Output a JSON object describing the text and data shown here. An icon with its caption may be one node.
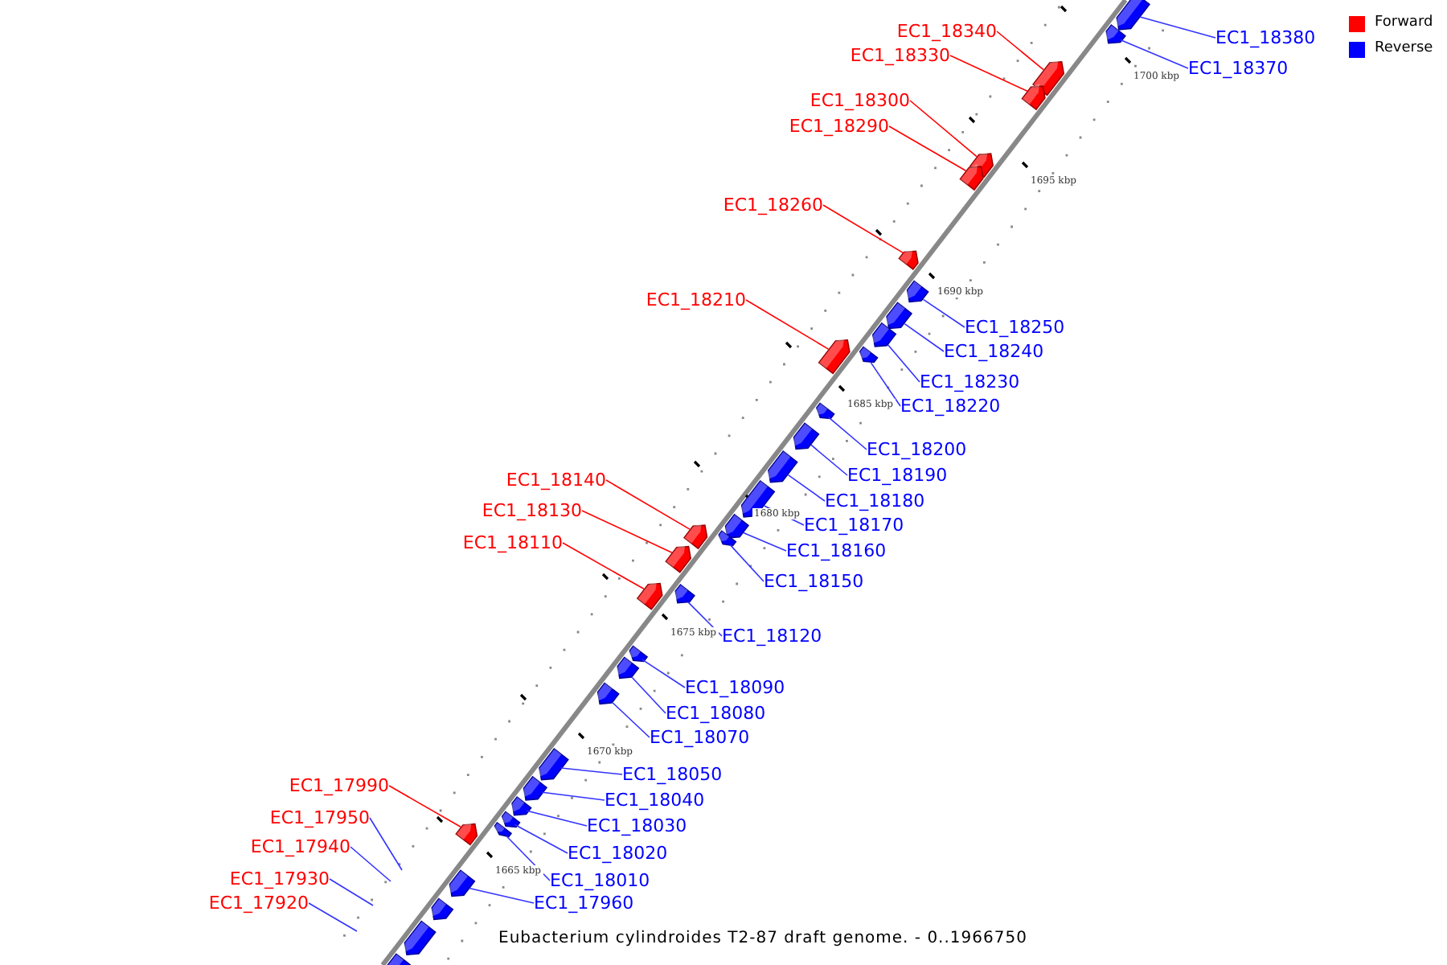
{
  "diagram": {
    "caption": "Eubacterium cylindroides T2-87 draft genome. - 0..1966750",
    "nodes": [
      {
        "text": [
          "EC1_18340"
        ]
      },
      {
        "text": [],
        "shape": "box"
      },
      {
        "text": [
          "EC1_18380"
        ]
      },
      {
        "text": [],
        "shape": "box"
      },
      {
        "text": [
          "EC1_18330"
        ]
      },
      {
        "text": [],
        "shape": "box"
      },
      {
        "text": [
          "EC1_18370"
        ]
      },
      {
        "text": [],
        "shape": "box"
      },
      {
        "text": [
          "EC1_18300"
        ]
      },
      {
        "text": [],
        "shape": "box"
      },
      {
        "text": [
          "EC1_18290"
        ]
      },
      {
        "text": [],
        "shape": "box"
      },
      {
        "text": [
          "EC1_18260"
        ]
      },
      {
        "text": [],
        "shape": "box"
      },
      {
        "text": [
          "EC1_18210"
        ]
      },
      {
        "text": [],
        "shape": "box"
      },
      {
        "text": [
          "EC1_18250"
        ]
      },
      {
        "text": [],
        "shape": "box"
      },
      {
        "text": [
          "EC1_18240"
        ]
      },
      {
        "text": [],
        "shape": "box"
      },
      {
        "text": [
          "EC1_18230"
        ]
      },
      {
        "text": [],
        "shape": "box"
      },
      {
        "text": [
          "EC1_18220"
        ]
      },
      {
        "text": [],
        "shape": "box"
      },
      {
        "text": [
          "EC1_18200"
        ]
      },
      {
        "text": [],
        "shape": "box"
      },
      {
        "text": [
          "EC1_18190"
        ]
      },
      {
        "text": [],
        "shape": "box"
      },
      {
        "text": [
          "EC1_18180"
        ]
      },
      {
        "text": [],
        "shape": "box"
      },
      {
        "text": [
          "EC1_18140"
        ]
      },
      {
        "text": [],
        "shape": "box"
      },
      {
        "text": [
          "EC1_18170"
        ]
      },
      {
        "text": [],
        "shape": "box"
      },
      {
        "text": [
          "EC1_18130"
        ]
      },
      {
        "text": [],
        "shape": "box"
      },
      {
        "text": [
          "EC1_18160"
        ]
      },
      {
        "text": [],
        "shape": "box"
      },
      {
        "text": [
          "EC1_18110"
        ]
      },
      {
        "text": [],
        "shape": "box"
      },
      {
        "text": [
          "EC1_18150"
        ]
      },
      {
        "text": [],
        "shape": "box"
      },
      {
        "text": [
          "EC1_18120"
        ]
      },
      {
        "text": [],
        "shape": "box"
      },
      {
        "text": [
          "EC1_18090"
        ]
      },
      {
        "text": [],
        "shape": "box"
      },
      {
        "text": [
          "EC1_18080"
        ]
      },
      {
        "text": [],
        "shape": "box"
      },
      {
        "text": [
          "EC1_18070"
        ]
      },
      {
        "text": [],
        "shape": "box"
      },
      {
        "text": [
          "EC1_18050"
        ]
      },
      {
        "text": [],
        "shape": "box"
      },
      {
        "text": [
          "EC1_17990"
        ]
      },
      {
        "text": [],
        "shape": "box"
      },
      {
        "text": [
          "EC1_18040"
        ]
      },
      {
        "text": [],
        "shape": "box"
      },
      {
        "text": [
          "EC1_17950"
        ]
      },
      {
        "text": [
          "EC1_18030"
        ]
      },
      {
        "text": [],
        "shape": "box"
      },
      {
        "text": [
          "EC1_17940"
        ]
      },
      {
        "text": [
          "EC1_18020"
        ]
      },
      {
        "text": [],
        "shape": "box"
      },
      {
        "text": [
          "EC1_17930"
        ]
      },
      {
        "text": [
          "EC1_18010"
        ]
      },
      {
        "text": [],
        "shape": "box"
      },
      {
        "text": [
          "EC1_17920"
        ]
      },
      {
        "text": [
          "EC1_17960"
        ]
      },
      {
        "text": [],
        "shape": "box"
      },
      {
        "text": [],
        "shape": "box"
      },
      {
        "text": [],
        "shape": "box"
      },
      {
        "text": [],
        "shape": "box"
      }
    ],
    "edges": [
      {
        "from": 0,
        "to": 1,
        "arrow": "none",
        "color": "#ff0000"
      },
      {
        "from": 2,
        "to": 3,
        "arrow": "none"
      },
      {
        "from": 4,
        "to": 5,
        "arrow": "none",
        "color": "#ff0000"
      },
      {
        "from": 6,
        "to": 7,
        "arrow": "none"
      },
      {
        "from": 8,
        "to": 9,
        "arrow": "none",
        "color": "#ff0000"
      },
      {
        "from": 10,
        "to": 11,
        "arrow": "none",
        "color": "#ff0000"
      },
      {
        "from": 12,
        "to": 13,
        "arrow": "none",
        "color": "#ff0000"
      },
      {
        "from": 14,
        "to": 15,
        "arrow": "none",
        "color": "#ff0000"
      },
      {
        "from": 16,
        "to": 17,
        "arrow": "none"
      },
      {
        "from": 18,
        "to": 19,
        "arrow": "none"
      },
      {
        "from": 20,
        "to": 21,
        "arrow": "none"
      },
      {
        "from": 22,
        "to": 23,
        "arrow": "none"
      },
      {
        "from": 24,
        "to": 25,
        "arrow": "none"
      },
      {
        "from": 26,
        "to": 27,
        "arrow": "none"
      },
      {
        "from": 28,
        "to": 29,
        "arrow": "none"
      },
      {
        "from": 30,
        "to": 31,
        "arrow": "none",
        "color": "#ff0000"
      },
      {
        "from": 32,
        "to": 33,
        "arrow": "none"
      },
      {
        "from": 34,
        "to": 35,
        "arrow": "none",
        "color": "#ff0000"
      },
      {
        "from": 36,
        "to": 37,
        "arrow": "none"
      },
      {
        "from": 38,
        "to": 39,
        "arrow": "none",
        "color": "#ff0000"
      },
      {
        "from": 40,
        "to": 41,
        "arrow": "none"
      },
      {
        "from": 42,
        "to": 43,
        "arrow": "none"
      },
      {
        "from": 44,
        "to": 45,
        "arrow": "none"
      },
      {
        "from": 46,
        "to": 47,
        "arrow": "none"
      },
      {
        "from": 48,
        "to": 49,
        "arrow": "none"
      },
      {
        "from": 50,
        "to": 51,
        "arrow": "none"
      },
      {
        "from": 52,
        "to": 53,
        "arrow": "none",
        "color": "#ff0000"
      },
      {
        "from": 54,
        "to": 55,
        "arrow": "none"
      },
      {
        "from": 56,
        "to": null,
        "arrow": "none"
      },
      {
        "from": 57,
        "to": 58,
        "arrow": "none"
      },
      {
        "from": 59,
        "to": null,
        "arrow": "none"
      },
      {
        "from": 60,
        "to": 61,
        "arrow": "none"
      },
      {
        "from": 62,
        "to": null,
        "arrow": "none"
      },
      {
        "from": 63,
        "to": 64,
        "arrow": "none"
      },
      {
        "from": 65,
        "to": null,
        "arrow": "none"
      },
      {
        "from": 66,
        "to": 67,
        "arrow": "none"
      }
    ],
    "labels": [
      "1700 kbp",
      "1695 kbp",
      "1690 kbp",
      "1685 kbp",
      "1680 kbp",
      "1675 kbp",
      "1670 kbp",
      "1665 kbp"
    ],
    "legend": [
      {
        "text": "Forward",
        "color": "#ff0000"
      },
      {
        "text": "Reverse",
        "color": "#0000ff"
      }
    ]
  }
}
